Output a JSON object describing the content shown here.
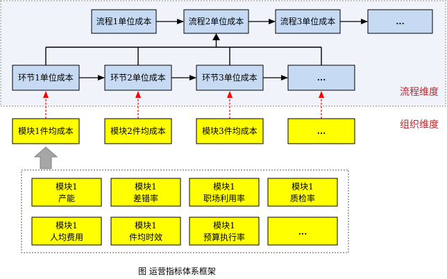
{
  "process_top": [
    "流程1单位成本",
    "流程2单位成本",
    "流程3单位成本",
    "..."
  ],
  "process_steps": [
    "环节1单位成本",
    "环节2单位成本",
    "环节3单位成本",
    "..."
  ],
  "modules": [
    "模块1件均成本",
    "模块2件均成本",
    "模块3件均成本",
    "..."
  ],
  "metrics_row1": [
    {
      "line1": "模块1",
      "line2": "产能"
    },
    {
      "line1": "模块1",
      "line2": "差错率"
    },
    {
      "line1": "模块1",
      "line2": "职场利用率"
    },
    {
      "line1": "模块1",
      "line2": "质检率"
    }
  ],
  "metrics_row2": [
    {
      "line1": "模块1",
      "line2": "人均费用"
    },
    {
      "line1": "模块1",
      "line2": "件均时效"
    },
    {
      "line1": "模块1",
      "line2": "预算执行率"
    },
    {
      "line1": "...",
      "line2": ""
    }
  ],
  "labels": {
    "process_dimension": "流程维度",
    "org_dimension": "组织维度",
    "caption": "图 运营指标体系框架"
  },
  "colors": {
    "process_box_fill": "#c6dbf3",
    "module_box_fill": "#ffff00",
    "dimension_label": "#c0272d",
    "dashed_arrow": "#ff0000"
  }
}
